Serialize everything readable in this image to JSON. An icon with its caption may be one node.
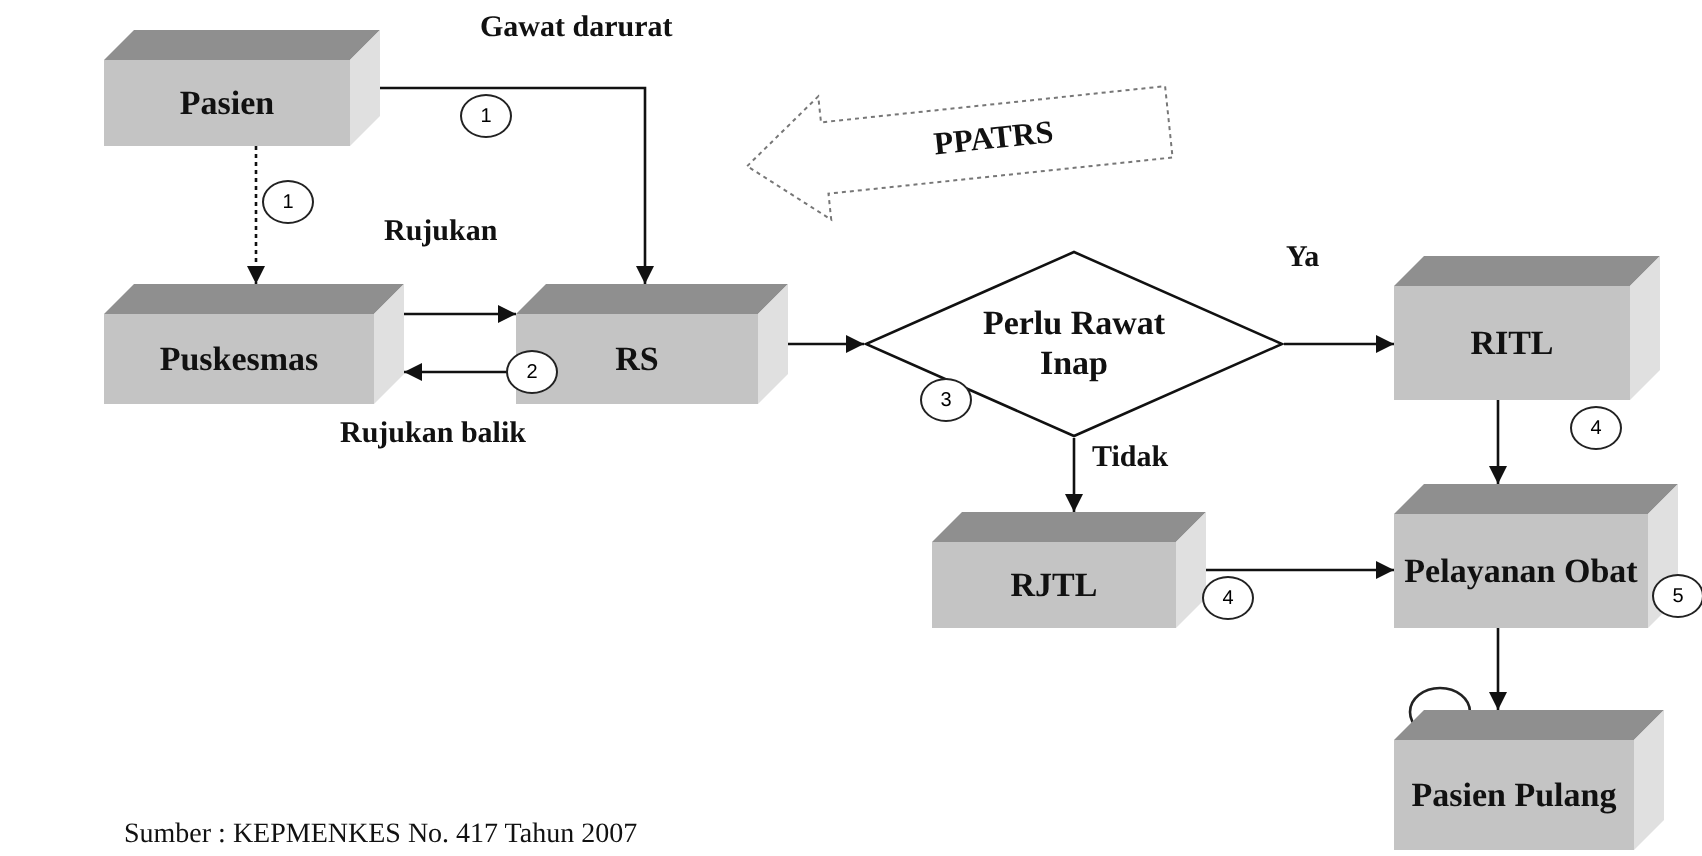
{
  "diagram": {
    "caption": "Sumber : KEPMENKES No. 417 Tahun 2007",
    "nodes": [
      {
        "text": [
          "Pasien"
        ]
      },
      {
        "text": [
          "Puskesmas"
        ]
      },
      {
        "text": [
          "RS"
        ]
      },
      {
        "text": [
          "Perlu Rawat Inap"
        ]
      },
      {
        "text": [
          "RITL"
        ]
      },
      {
        "text": [
          "RJTL"
        ]
      },
      {
        "text": [
          "Pelayanan Obat"
        ]
      },
      {
        "text": [
          "Pasien Pulang"
        ]
      },
      {
        "text": [
          "PPATRS"
        ]
      }
    ],
    "edges": [
      {
        "from": 0,
        "to": 1,
        "arrow": "to",
        "style": "dashed"
      },
      {
        "from": 0,
        "to": 2,
        "arrow": "to",
        "label": "Gawat darurat"
      },
      {
        "from": 1,
        "to": 2,
        "arrow": "to",
        "label": "Rujukan"
      },
      {
        "from": 2,
        "to": 1,
        "arrow": "to",
        "label": "Rujukan balik"
      },
      {
        "from": 2,
        "to": 3,
        "arrow": "to"
      },
      {
        "from": 3,
        "to": 4,
        "arrow": "to",
        "label": "Ya"
      },
      {
        "from": 3,
        "to": 5,
        "arrow": "to",
        "label": "Tidak"
      },
      {
        "from": 4,
        "to": 6,
        "arrow": "to"
      },
      {
        "from": 5,
        "to": 6,
        "arrow": "to"
      },
      {
        "from": 6,
        "to": 7,
        "arrow": "to"
      }
    ],
    "labels": [
      "1",
      "1",
      "2",
      "3",
      "4",
      "4",
      "5"
    ]
  }
}
